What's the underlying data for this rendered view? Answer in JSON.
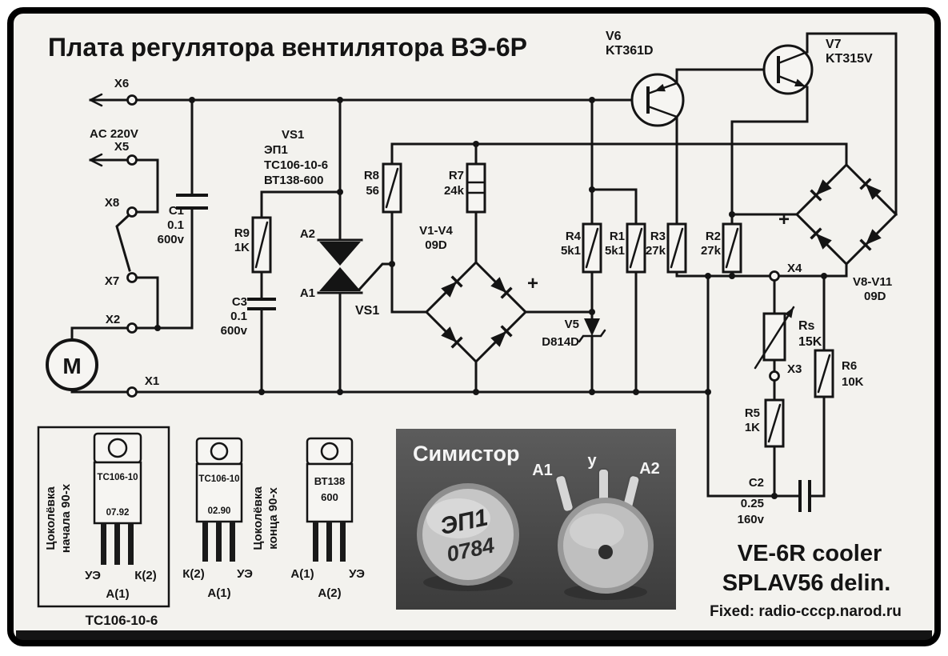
{
  "title": "Плата регулятора вентилятора ВЭ-6Р",
  "ac_input": "AC 220V",
  "motor_label": "M",
  "terminals": {
    "x6": "X6",
    "x5": "X5",
    "x8": "X8",
    "x7": "X7",
    "x2": "X2",
    "x1": "X1",
    "x4": "X4",
    "x3": "X3"
  },
  "components": {
    "c1": {
      "ref": "C1",
      "cap": "0.1",
      "volt": "600v"
    },
    "c3": {
      "ref": "C3",
      "cap": "0.1",
      "volt": "600v"
    },
    "c2": {
      "ref": "C2",
      "cap": "0.25",
      "volt": "160v"
    },
    "r9": {
      "ref": "R9",
      "val": "1K"
    },
    "r8": {
      "ref": "R8",
      "val": "56"
    },
    "r7": {
      "ref": "R7",
      "val": "24k"
    },
    "r4": {
      "ref": "R4",
      "val": "5k1"
    },
    "r1": {
      "ref": "R1",
      "val": "5k1"
    },
    "r3": {
      "ref": "R3",
      "val": "27k"
    },
    "r2": {
      "ref": "R2",
      "val": "27k"
    },
    "r5": {
      "ref": "R5",
      "val": "1K"
    },
    "r6": {
      "ref": "R6",
      "val": "10K"
    },
    "rs": {
      "ref": "Rs",
      "val": "15K"
    },
    "v5": {
      "ref": "V5",
      "val": "D814D"
    },
    "v6": {
      "ref": "V6",
      "val": "KT361D"
    },
    "v7": {
      "ref": "V7",
      "val": "KT315V"
    },
    "triac": {
      "a2": "A2",
      "a1": "A1",
      "ref": "VS1"
    },
    "vs1_note": {
      "l1": "VS1",
      "l2": "ЭП1",
      "l3": "ТС106-10-6",
      "l4": "ВТ138-600"
    },
    "bridge1": {
      "ref": "V1-V4",
      "type": "09D",
      "plus": "+"
    },
    "bridge2": {
      "ref": "V8-V11",
      "type": "09D",
      "plus": "+"
    }
  },
  "pinouts": {
    "pkg1": {
      "era1": "Цоколёвка",
      "era2": "начала 90-х",
      "name": "ТС106-10",
      "date": "07.92",
      "pin_left": "УЭ",
      "pin_mid": "А(1)",
      "pin_right": "К(2)"
    },
    "pkg2": {
      "era1": "Цоколёвка",
      "era2": "конца 90-х",
      "name": "ТС106-10",
      "date": "02.90",
      "pin_left": "К(2)",
      "pin_mid": "А(1)",
      "pin_right": "УЭ"
    },
    "pkg3": {
      "name": "ВТ138",
      "val": "600",
      "pin_left": "А(1)",
      "pin_mid": "А(2)",
      "pin_right": "УЭ"
    },
    "caption": "ТС106-10-6"
  },
  "photo": {
    "title": "Симистор",
    "can_mark1": "ЭП1",
    "can_mark2": "0784",
    "pin_a1": "A1",
    "pin_g": "у",
    "pin_a2": "A2"
  },
  "credits": {
    "line1": "VE-6R cooler",
    "line2": "SPLAV56 delin.",
    "line3": "Fixed: radio-cccp.narod.ru"
  }
}
